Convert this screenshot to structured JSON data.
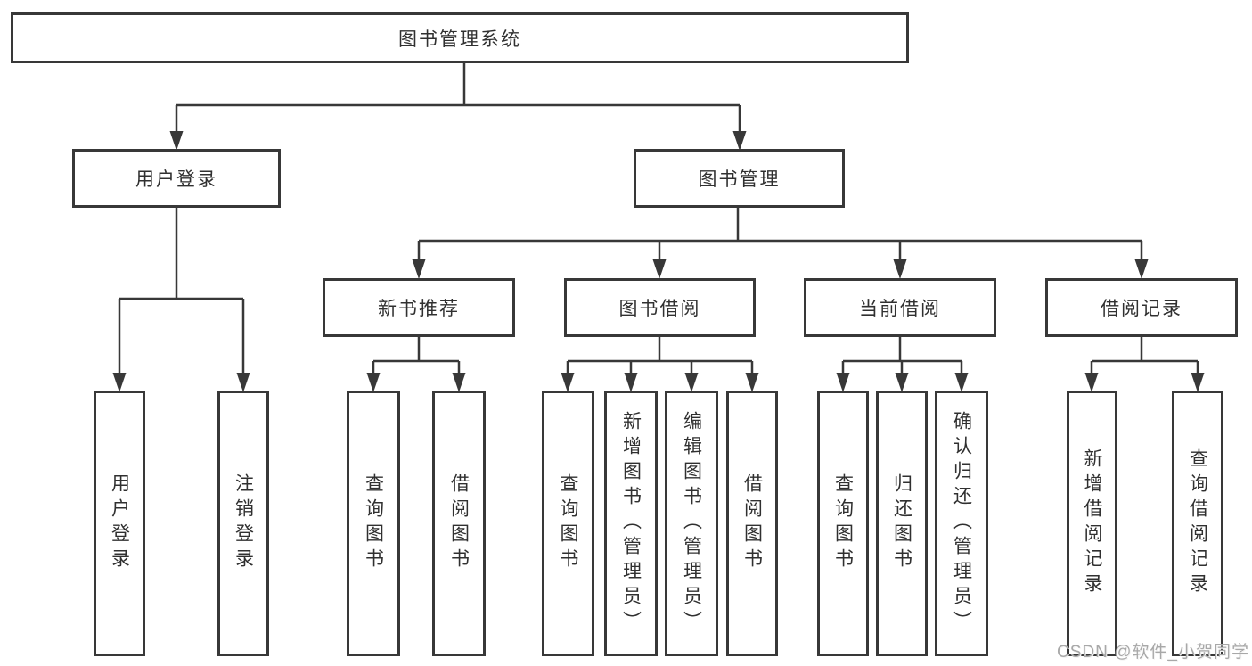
{
  "diagram": {
    "type": "hierarchy-tree",
    "root": {
      "label": "图书管理系统",
      "children": [
        {
          "label": "用户登录",
          "children": [
            {
              "label": "用户登录"
            },
            {
              "label": "注销登录"
            }
          ]
        },
        {
          "label": "图书管理",
          "children": [
            {
              "label": "新书推荐",
              "children": [
                {
                  "label": "查询图书"
                },
                {
                  "label": "借阅图书"
                }
              ]
            },
            {
              "label": "图书借阅",
              "children": [
                {
                  "label": "查询图书"
                },
                {
                  "label": "新增图书（管理员）"
                },
                {
                  "label": "编辑图书（管理员）"
                },
                {
                  "label": "借阅图书"
                }
              ]
            },
            {
              "label": "当前借阅",
              "children": [
                {
                  "label": "查询图书"
                },
                {
                  "label": "归还图书"
                },
                {
                  "label": "确认归还（管理员）"
                }
              ]
            },
            {
              "label": "借阅记录",
              "children": [
                {
                  "label": "新增借阅记录"
                },
                {
                  "label": "查询借阅记录"
                }
              ]
            }
          ]
        }
      ]
    }
  },
  "watermark": {
    "text": "CSDN @软件_小贺同学"
  },
  "colors": {
    "line": "#383838",
    "box_border": "#383838",
    "text": "#303030",
    "watermark": "#a8a8a8",
    "background": "#ffffff"
  }
}
